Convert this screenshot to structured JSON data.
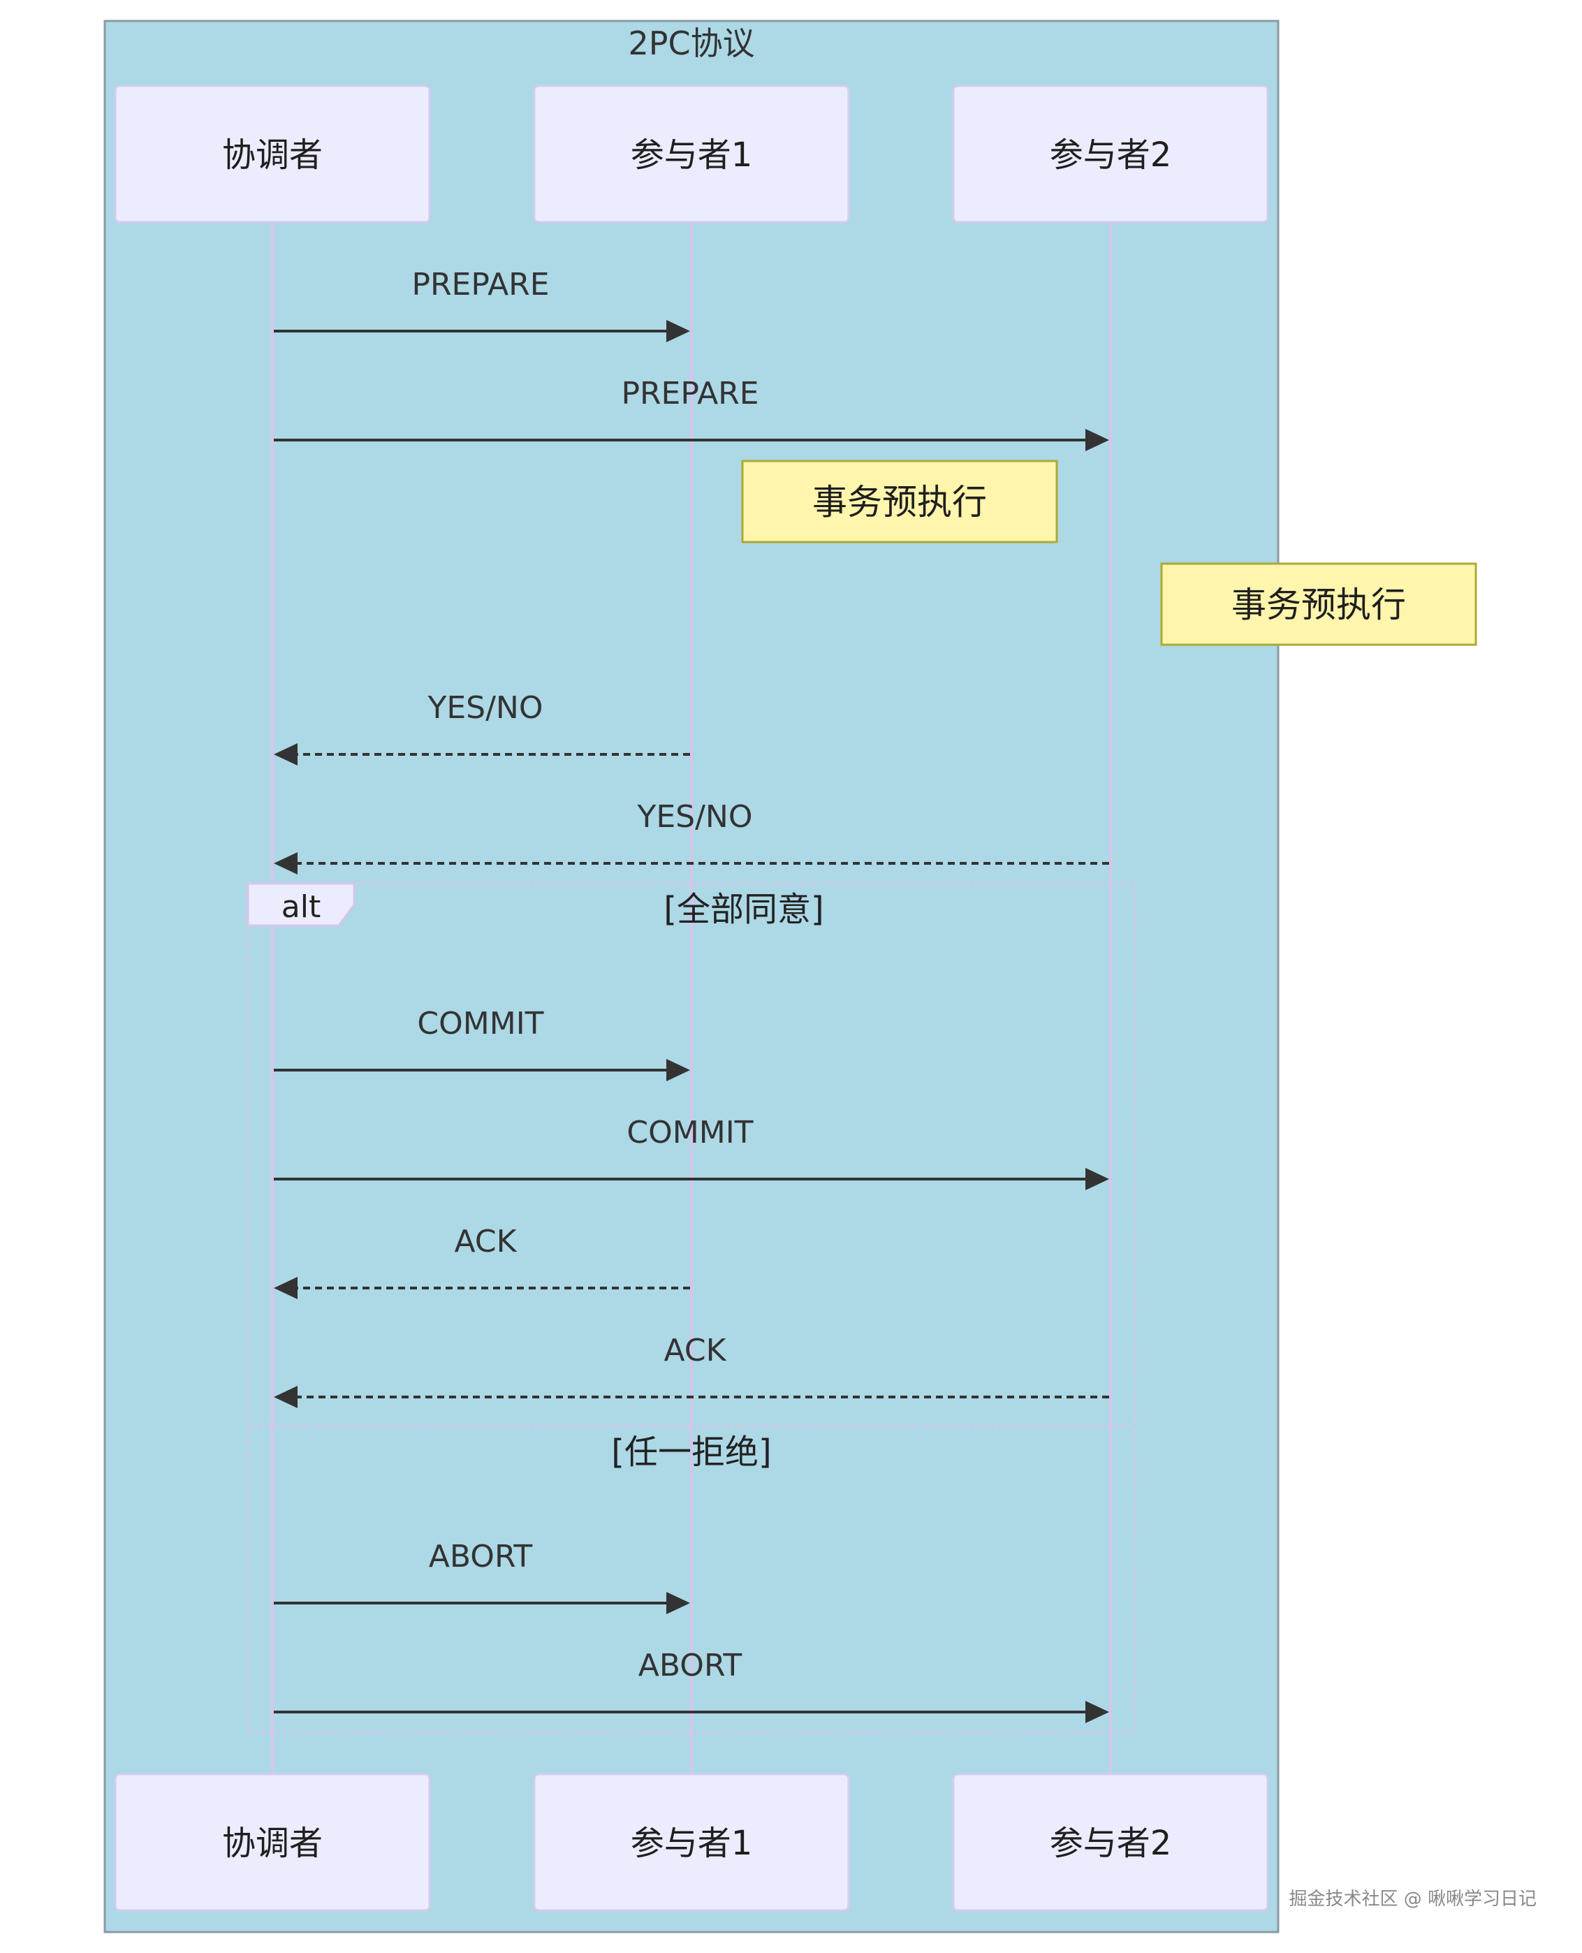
{
  "group": {
    "title": "2PC协议"
  },
  "participants": [
    {
      "id": "coordinator",
      "label": "协调者"
    },
    {
      "id": "p1",
      "label": "参与者1"
    },
    {
      "id": "p2",
      "label": "参与者2"
    }
  ],
  "messages": [
    {
      "from": "coordinator",
      "to": "p1",
      "label": "PREPARE",
      "style": "solid"
    },
    {
      "from": "coordinator",
      "to": "p2",
      "label": "PREPARE",
      "style": "solid"
    },
    {
      "from": "p1",
      "to": "coordinator",
      "label": "YES/NO",
      "style": "dashed"
    },
    {
      "from": "p2",
      "to": "coordinator",
      "label": "YES/NO",
      "style": "dashed"
    },
    {
      "from": "coordinator",
      "to": "p1",
      "label": "COMMIT",
      "style": "solid"
    },
    {
      "from": "coordinator",
      "to": "p2",
      "label": "COMMIT",
      "style": "solid"
    },
    {
      "from": "p1",
      "to": "coordinator",
      "label": "ACK",
      "style": "dashed"
    },
    {
      "from": "p2",
      "to": "coordinator",
      "label": "ACK",
      "style": "dashed"
    },
    {
      "from": "coordinator",
      "to": "p1",
      "label": "ABORT",
      "style": "solid"
    },
    {
      "from": "coordinator",
      "to": "p2",
      "label": "ABORT",
      "style": "solid"
    }
  ],
  "notes": [
    {
      "participant": "p1",
      "label": "事务预执行"
    },
    {
      "participant": "p2",
      "label": "事务预执行"
    }
  ],
  "alt": {
    "keyword": "alt",
    "sections": [
      {
        "condition": "[全部同意]"
      },
      {
        "condition": "[任一拒绝]"
      }
    ]
  },
  "watermark": "掘金技术社区 @ 啾啾学习日记",
  "colors": {
    "group_bg": "#add8e6",
    "group_border": "#8a9aa3",
    "actor_bg": "#ececff",
    "actor_border": "#d4cbf0",
    "lifeline": "#d8c4ec",
    "arrow": "#333333",
    "note_bg": "#fff5ad",
    "note_border": "#aaaa33",
    "alt_border": "#d8c4ec"
  }
}
